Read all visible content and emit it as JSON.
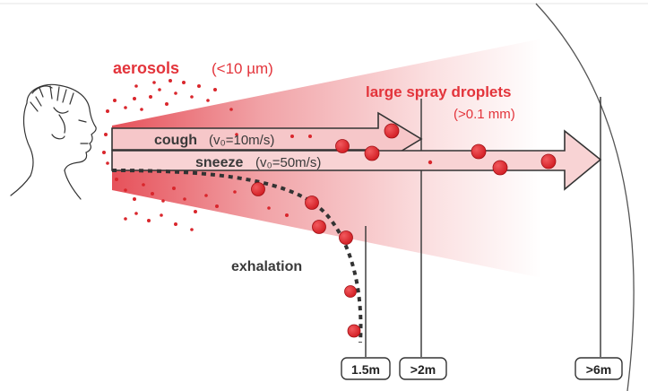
{
  "labels": {
    "aerosols": "aerosols",
    "aerosols_size": "(<10 µm)",
    "large_droplets": "large spray droplets",
    "large_droplets_size": "(>0.1 mm)",
    "cough": "cough",
    "cough_velocity": "(v₀=10m/s)",
    "sneeze": "sneeze",
    "sneeze_velocity": "(v₀=50m/s)",
    "exhalation": "exhalation"
  },
  "distances": [
    "1.5m",
    ">2m",
    ">6m"
  ],
  "colors": {
    "accent_red": "#e3343b",
    "droplet_fill": "#e0262c",
    "arrow_fill": "#f6c7c9",
    "cone_dark": "#e6515a",
    "text_dark": "#3a3a3a"
  },
  "icons": {
    "person": "person-profile-icon",
    "droplet": "droplet-icon"
  }
}
